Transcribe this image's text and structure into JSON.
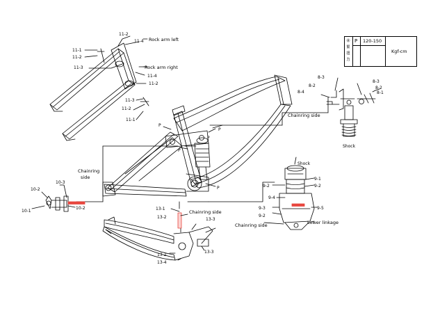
{
  "torque_table": {
    "row_labels": [
      "㊎",
      "緊",
      "扭",
      "力"
    ],
    "symbol": "P",
    "range": "120-150",
    "unit": "Kgf-cm"
  },
  "callouts": {
    "c11_2a": "11-2",
    "c11_4a": "11-4",
    "rock_arm_left": "Rock arm left",
    "c11_1a": "11-1",
    "c11_2b": "11-2",
    "c11_3a": "11-3",
    "rock_arm_right": "Rock arm right",
    "c11_4b": "11-4",
    "c11_2c": "11-2",
    "c11_3b": "11-3",
    "c11_2d": "11-2",
    "c11_1b": "11-1",
    "c8_3a": "8-3",
    "c8_2a": "8-2",
    "c8_4": "8-4",
    "c8_3b": "8-3",
    "c8_2b": "8-2",
    "c8_1": "8-1",
    "chainring_side_a": "Chainring side",
    "shock_a": "Shock",
    "p1": "P",
    "p2": "P",
    "p3": "P",
    "p4": "P",
    "p5": "P",
    "shock_b": "Shock",
    "c9_1": "9-1",
    "c9_2a": "9-2",
    "c9_2b": "9-2",
    "c9_4": "9-4",
    "c9_3": "9-3",
    "c9_2c": "9-2",
    "c9_5": "9-5",
    "chainring_side_b": "Chainring side",
    "lower_linkage": "Lower linkage",
    "c10_3": "10-3",
    "chainring_side_c": "Chainring",
    "chainring_side_c2": "side",
    "c10_2a": "10-2",
    "c10_1": "10-1",
    "c10_2b": "10-2",
    "c13_1": "13-1",
    "c13_2a": "13-2",
    "chainring_side_d": "Chainring side",
    "c13_3a": "13-3",
    "c13_2b": "13-2",
    "c13_4": "13-4",
    "c13_3b": "13-3"
  },
  "colors": {
    "line": "#000000",
    "highlight": "#e8473f"
  }
}
